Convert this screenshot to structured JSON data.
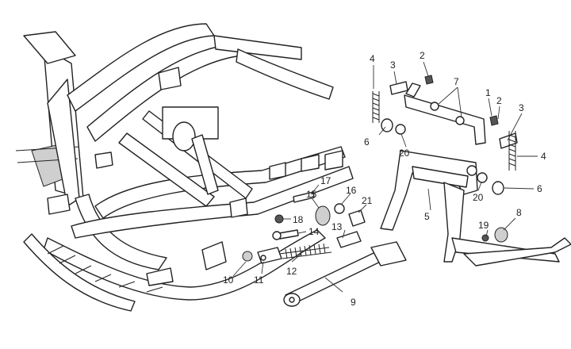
{
  "labels": [
    {
      "id": "l1",
      "text": "1"
    },
    {
      "id": "l2a",
      "text": "2"
    },
    {
      "id": "l2b",
      "text": "2"
    },
    {
      "id": "l3a",
      "text": "3"
    },
    {
      "id": "l3b",
      "text": "3"
    },
    {
      "id": "l4a",
      "text": "4"
    },
    {
      "id": "l4b",
      "text": "4"
    },
    {
      "id": "l5",
      "text": "5"
    },
    {
      "id": "l6a",
      "text": "6"
    },
    {
      "id": "l6b",
      "text": "6"
    },
    {
      "id": "l7",
      "text": "7"
    },
    {
      "id": "l8",
      "text": "8"
    },
    {
      "id": "l9",
      "text": "9"
    },
    {
      "id": "l10",
      "text": "10"
    },
    {
      "id": "l11",
      "text": "11"
    },
    {
      "id": "l12",
      "text": "12"
    },
    {
      "id": "l13",
      "text": "13"
    },
    {
      "id": "l14",
      "text": "14"
    },
    {
      "id": "l15",
      "text": "15"
    },
    {
      "id": "l16",
      "text": "16"
    },
    {
      "id": "l17",
      "text": "17"
    },
    {
      "id": "l18",
      "text": "18"
    },
    {
      "id": "l19",
      "text": "19"
    },
    {
      "id": "l20a",
      "text": "20"
    },
    {
      "id": "l20b",
      "text": "20"
    },
    {
      "id": "l21",
      "text": "21"
    }
  ]
}
